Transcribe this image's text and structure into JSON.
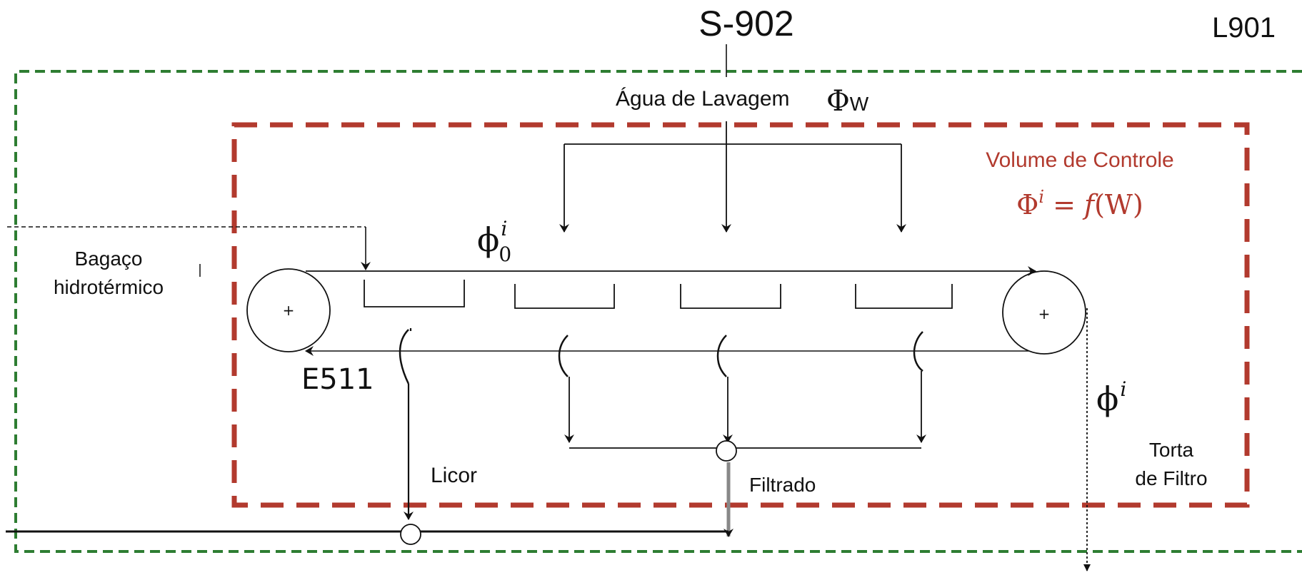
{
  "title": "S-902",
  "corner_label": "L901",
  "wash_water": {
    "label": "Água de Lavagem",
    "symbol": "Φ",
    "subscript": "W"
  },
  "control_volume": {
    "label": "Volume de Controle",
    "eq_phi": "Φ",
    "eq_sup": "i",
    "eq_rest": " = ",
    "eq_f": "f",
    "eq_arg": "(W)"
  },
  "feed": {
    "label_line1": "Bagaço",
    "label_line2": "hidrotérmico"
  },
  "phi0": {
    "symbol": "ϕ",
    "sup": "i",
    "sub": "0"
  },
  "phi_out": {
    "symbol": "ϕ",
    "sup": "i"
  },
  "return_label": "E511",
  "liquor_label": "Licor",
  "filtrate_label": "Filtrado",
  "cake": {
    "line1": "Torta",
    "line2": "de Filtro"
  },
  "pulley_mark": "+",
  "colors": {
    "outer_boundary": "#2e7d32",
    "control_volume": "#b23a2e",
    "lines": "#111111"
  }
}
